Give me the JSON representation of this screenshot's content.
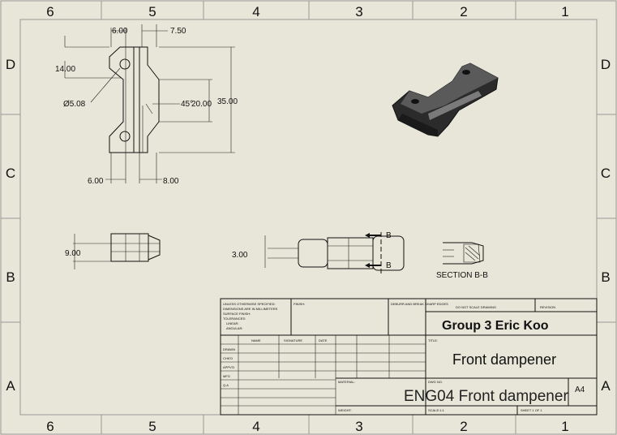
{
  "zones": {
    "columns": [
      "6",
      "5",
      "4",
      "3",
      "2",
      "1"
    ],
    "rows": [
      "D",
      "C",
      "B",
      "A"
    ]
  },
  "dimensions": {
    "d_600_top": "6.00",
    "d_750": "7.50",
    "d_1400": "14.00",
    "d_508": "Ø5.08",
    "d_45": "45°",
    "d_2000": "20.00",
    "d_3500": "35.00",
    "d_600_bottom": "6.00",
    "d_800": "8.00",
    "d_900": "9.00",
    "d_300": "3.00"
  },
  "section": {
    "marker_top": "B",
    "marker_bottom": "B",
    "label": "SECTION B-B"
  },
  "title_block": {
    "notes_line1": "UNLESS OTHERWISE SPECIFIED:",
    "notes_line2": "DIMENSIONS ARE IN MILLIMETERS",
    "notes_line3": "SURFACE FINISH:",
    "notes_line4": "TOLERANCES:",
    "notes_line5": "LINEAR:",
    "notes_line6": "ANGULAR:",
    "finish_label": "FINISH:",
    "deburr_label": "DEBURR AND BREAK SHARP EDGES",
    "no_scale_label": "DO NOT SCALE DRAWING",
    "revision_label": "REVISION",
    "name_header": "NAME",
    "signature_header": "SIGNATURE",
    "date_header": "DATE",
    "row_drawn": "DRAWN",
    "row_checked": "CHK'D",
    "row_approved": "APPV'D",
    "row_mfg": "MFG",
    "row_qa": "Q.A",
    "material_label": "MATERIAL:",
    "weight_label": "WEIGHT:",
    "title_label": "TITLE:",
    "dwg_no_label": "DWG NO.",
    "scale_label": "SCALE:1:1",
    "sheet_label": "SHEET 1 OF 1",
    "size": "A4",
    "author": "Group 3 Eric Koo",
    "title": "Front dampener",
    "dwg_no": "ENG04 Front dampener"
  },
  "colors": {
    "sheet_background": "#e7e6d8",
    "line_color": "#111111",
    "model_dark": "#2b2b2b",
    "model_light": "#6a6a6a"
  }
}
